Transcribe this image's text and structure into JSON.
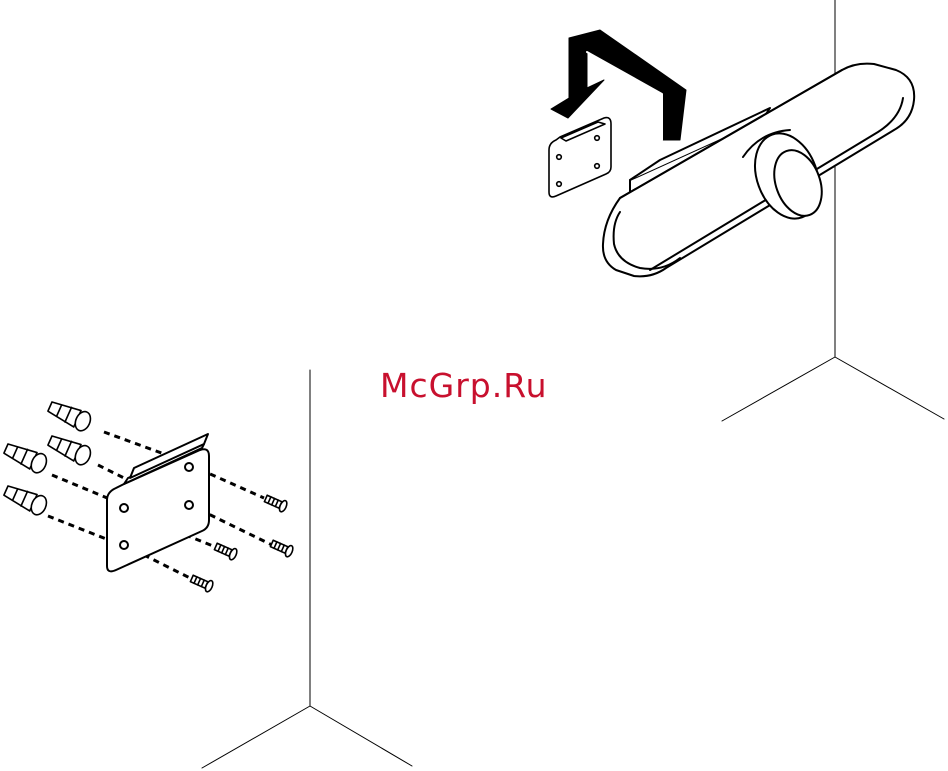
{
  "watermark": {
    "text": "McGrp.Ru",
    "color": "#c8102e"
  },
  "colors": {
    "line": "#000000",
    "background": "#ffffff"
  },
  "illustration": {
    "steps": [
      {
        "name": "mount-camera-on-bracket"
      },
      {
        "name": "attach-bracket-to-wall"
      }
    ],
    "wall_anchor_count": 4,
    "screw_count": 4
  }
}
